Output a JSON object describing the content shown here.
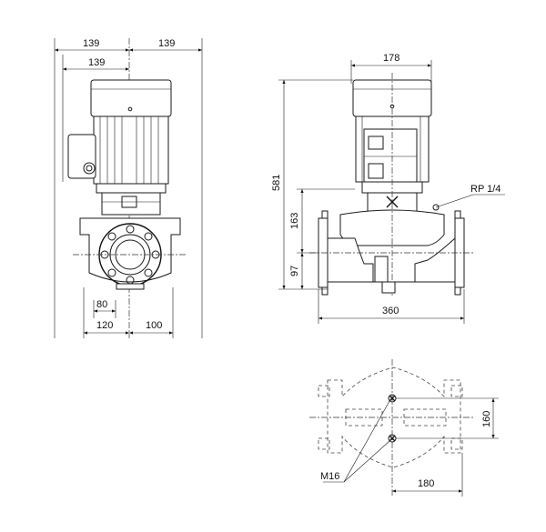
{
  "front_view": {
    "top_left_width": "139",
    "top_right_width": "139",
    "motor_half_width": "139",
    "flange_offset": "80",
    "bottom_left_width": "120",
    "bottom_right_width": "100"
  },
  "side_view": {
    "motor_width": "178",
    "total_height": "581",
    "upper_height": "163",
    "lower_height": "97",
    "port_to_port_length": "360",
    "port_label": "RP 1/4"
  },
  "base_view": {
    "hole_spacing": "160",
    "hole_offset": "180",
    "bolt_label": "M16"
  }
}
